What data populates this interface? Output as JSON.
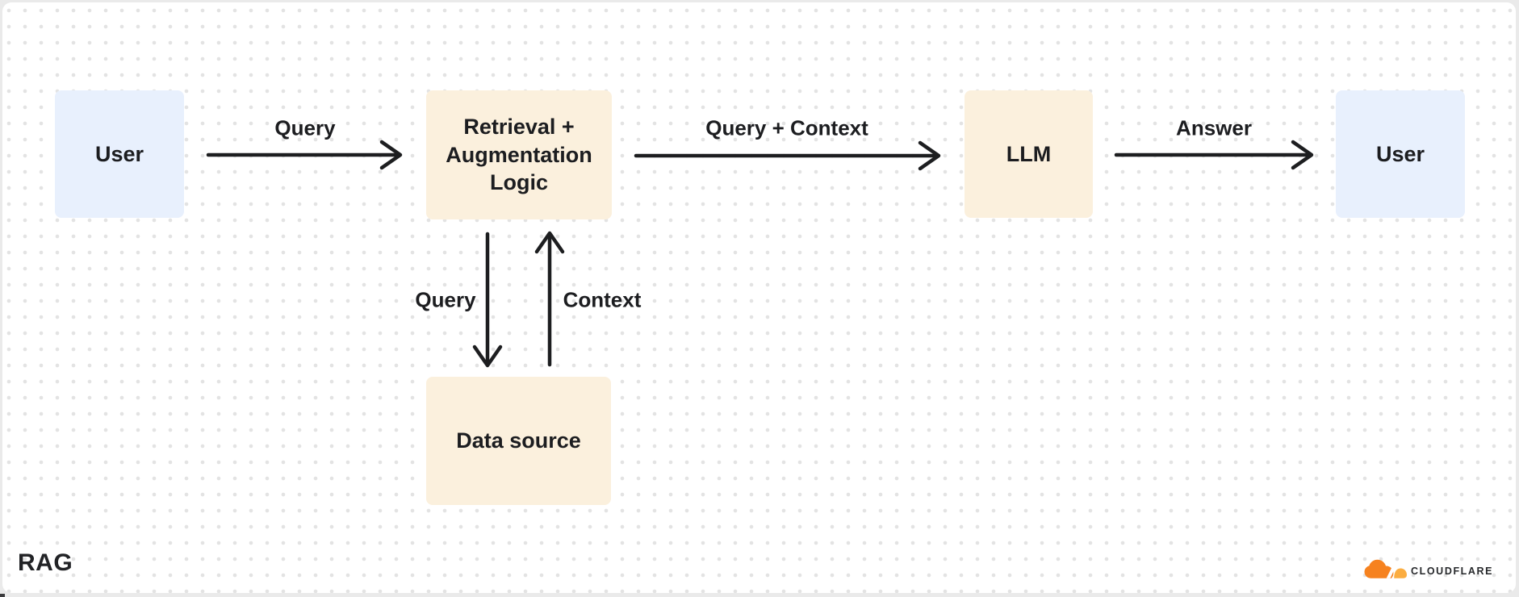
{
  "diagram": {
    "title": "RAG",
    "nodes": {
      "user_left": {
        "label": "User"
      },
      "retrieval": {
        "label": "Retrieval + Augmentation Logic"
      },
      "llm": {
        "label": "LLM"
      },
      "user_right": {
        "label": "User"
      },
      "data_source": {
        "label": "Data source"
      }
    },
    "edges": {
      "user_to_retrieval": {
        "label": "Query"
      },
      "retrieval_to_llm": {
        "label": "Query + Context"
      },
      "llm_to_user": {
        "label": "Answer"
      },
      "retrieval_to_data_source": {
        "label": "Query"
      },
      "data_source_to_retrieval": {
        "label": "Context"
      }
    },
    "colors": {
      "node_blue": "#E8F0FD",
      "node_cream": "#FBF0DD",
      "arrow": "#1D1E20",
      "dot_grid": "#E3E3E3"
    }
  },
  "footer": {
    "brand": "CLOUDFLARE",
    "brand_colors": {
      "cloud_orange": "#F6821F",
      "cloud_light_orange": "#FBAD41"
    }
  }
}
